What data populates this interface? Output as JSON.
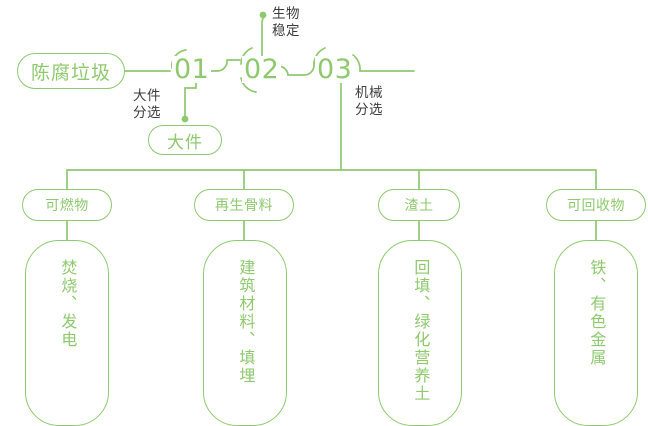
{
  "theme": {
    "line_color": "#8ec96e",
    "accent_text_color": "#8ec96e",
    "annotation_color": "#3b3b3b",
    "background": "#ffffff"
  },
  "flow": {
    "root": {
      "label": "陈腐垃圾"
    },
    "stages": [
      {
        "number": "01",
        "annotation": "大件\n分选"
      },
      {
        "number": "02",
        "annotation": "生物\n稳定"
      },
      {
        "number": "03",
        "annotation": "机械\n分选"
      }
    ],
    "bulky_output": {
      "label": "大件"
    }
  },
  "outputs": [
    {
      "category": "可燃物",
      "detail": "焚烧、发电"
    },
    {
      "category": "再生骨料",
      "detail": "建筑材料、填埋"
    },
    {
      "category": "渣土",
      "detail": "回填、绿化营养土"
    },
    {
      "category": "可回收物",
      "detail": "铁、有色金属"
    }
  ]
}
